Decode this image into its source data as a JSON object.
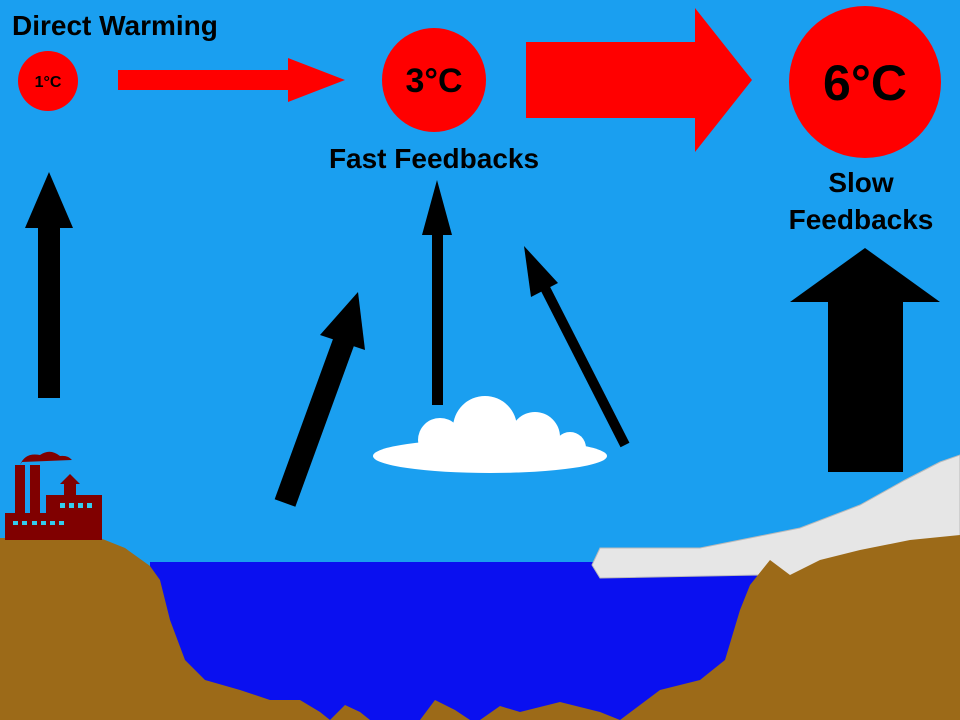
{
  "title": "Direct Warming",
  "circles": {
    "small": "1°C",
    "medium": "3°C",
    "large": "6°C"
  },
  "labels": {
    "fast": "Fast Feedbacks",
    "slow_line1": "Slow",
    "slow_line2": "Feedbacks"
  },
  "colors": {
    "sky": "#1a9ff0",
    "water": "#0a10f0",
    "ground": "#9c6a18",
    "circle": "#ff0000",
    "factory": "#800000",
    "ice": "#e8e8e8"
  }
}
